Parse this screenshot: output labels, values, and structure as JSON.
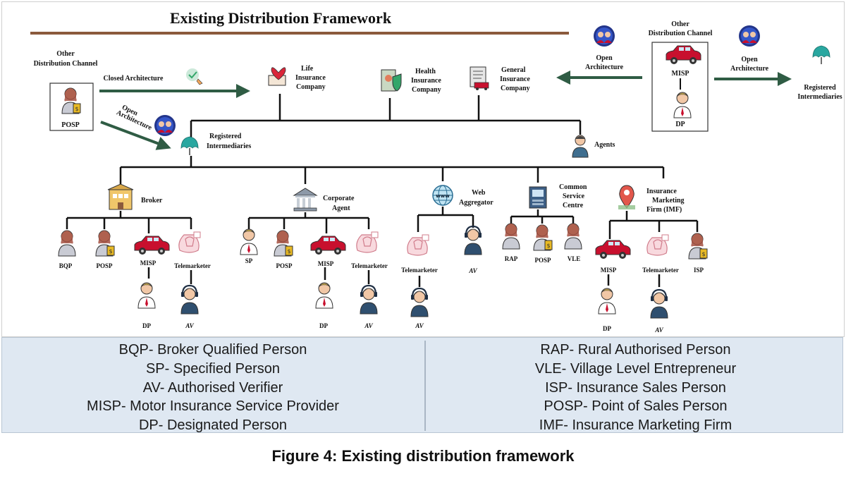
{
  "diagram": {
    "title": "Existing Distribution Framework",
    "left_channel": {
      "label_line1": "Other",
      "label_line2": "Distribution Channel",
      "box_label": "POSP",
      "closed_arrow_label": "Closed Architecture",
      "open_arrow_line1": "Open",
      "open_arrow_line2": "Architecture"
    },
    "right_channel": {
      "label_line1": "Other",
      "label_line2": "Distribution Channel",
      "misp_label": "MISP",
      "dp_label": "DP",
      "left_arrow_line1": "Open",
      "left_arrow_line2": "Architecture",
      "right_arrow_line1": "Open",
      "right_arrow_line2": "Architecture",
      "registered_line1": "Registered",
      "registered_line2": "Intermediaries"
    },
    "insurers": {
      "life": [
        "Life",
        "Insurance",
        "Company"
      ],
      "health": [
        "Health",
        "Insurance",
        "Company"
      ],
      "general": [
        "General",
        "Insurance",
        "Company"
      ]
    },
    "registered": {
      "line1": "Registered",
      "line2": "Intermediaries"
    },
    "agents": "Agents",
    "broker": {
      "label": "Broker",
      "children": {
        "bqp": "BQP",
        "posp": "POSP",
        "misp": "MISP",
        "telemarketer": "Telemarketer",
        "dp": "DP",
        "av": "AV"
      }
    },
    "corporate_agent": {
      "label_line1": "Corporate",
      "label_line2": "Agent",
      "children": {
        "sp": "SP",
        "posp": "POSP",
        "misp": "MISP",
        "telemarketer": "Telemarketer",
        "dp": "DP",
        "av": "AV"
      }
    },
    "web_aggregator": {
      "label_line1": "Web",
      "label_line2": "Aggregator",
      "children": {
        "telemarketer": "Telemarketer",
        "av_top": "AV",
        "av": "AV"
      }
    },
    "csc": {
      "label_line1": "Common",
      "label_line2": "Service",
      "label_line3": "Centre",
      "children": {
        "rap": "RAP",
        "posp": "POSP",
        "vle": "VLE"
      }
    },
    "imf": {
      "label_line1": "Insurance",
      "label_line2": "Marketing",
      "label_line3": "Firm (IMF)",
      "children": {
        "misp": "MISP",
        "telemarketer": "Telemarketer",
        "isp": "ISP",
        "dp": "DP",
        "av": "AV"
      }
    }
  },
  "legend": {
    "left": [
      "BQP- Broker Qualified Person",
      "SP- Specified Person",
      "AV- Authorised Verifier",
      "MISP- Motor Insurance Service Provider",
      "DP- Designated Person"
    ],
    "right": [
      "RAP- Rural Authorised Person",
      "VLE- Village Level Entrepreneur",
      "ISP- Insurance Sales Person",
      "POSP- Point of Sales Person",
      "IMF- Insurance Marketing Firm"
    ]
  },
  "caption": "Figure 4: Existing distribution framework",
  "colors": {
    "arrow_green": "#2f5c44",
    "title_bar": "#8b5a3c",
    "legend_bg": "#dfe8f2",
    "car_red": "#c8102e",
    "teal": "#29a7a0"
  }
}
